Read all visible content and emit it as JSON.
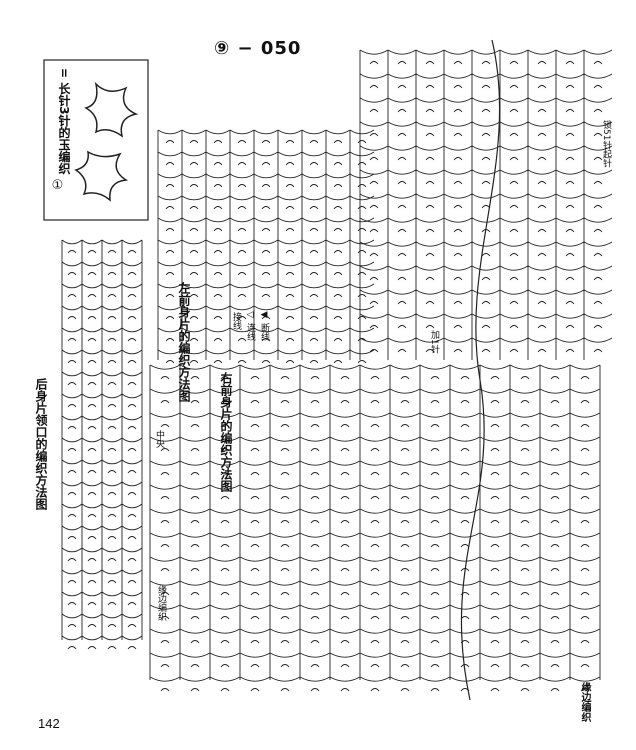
{
  "header": {
    "title": "⑨ − 050"
  },
  "legend": {
    "box_label": "= 长针3针的玉编织",
    "box_eq": "①",
    "items": [
      {
        "symbol": "◁",
        "label": "接线"
      },
      {
        "symbol": "◁",
        "label": "◁ 连线"
      },
      {
        "symbol": "◀",
        "label": "◀ 断线"
      }
    ]
  },
  "labels": {
    "back_neck": "后身片领口的编织方法图",
    "left_front": "左前身片的编织方法图",
    "right_front": "右前身片的编织方法图",
    "center": "中央",
    "edge_left": "缘边编织",
    "edge_bottom": "缘边编织",
    "cast_on": "锁51针起针",
    "add": "加1针"
  },
  "page_number": "142"
}
